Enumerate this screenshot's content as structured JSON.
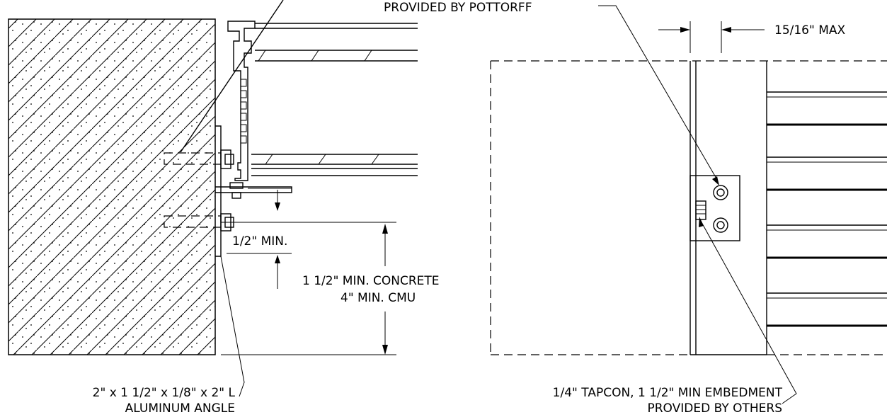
{
  "labels": {
    "top_note": "PROVIDED BY POTTORFF",
    "max_gap": "15/16\" MAX",
    "half_min": "1/2\" MIN.",
    "concrete_min": "1 1/2\" MIN. CONCRETE",
    "cmu_min": "4\" MIN. CMU",
    "angle_line1": "2\" x 1 1/2\" x 1/8\" x 2\" L",
    "angle_line2": "ALUMINUM ANGLE",
    "tapcon_line1": "1/4\" TAPCON, 1 1/2\" MIN EMBEDMENT",
    "tapcon_line2": "PROVIDED BY OTHERS"
  }
}
